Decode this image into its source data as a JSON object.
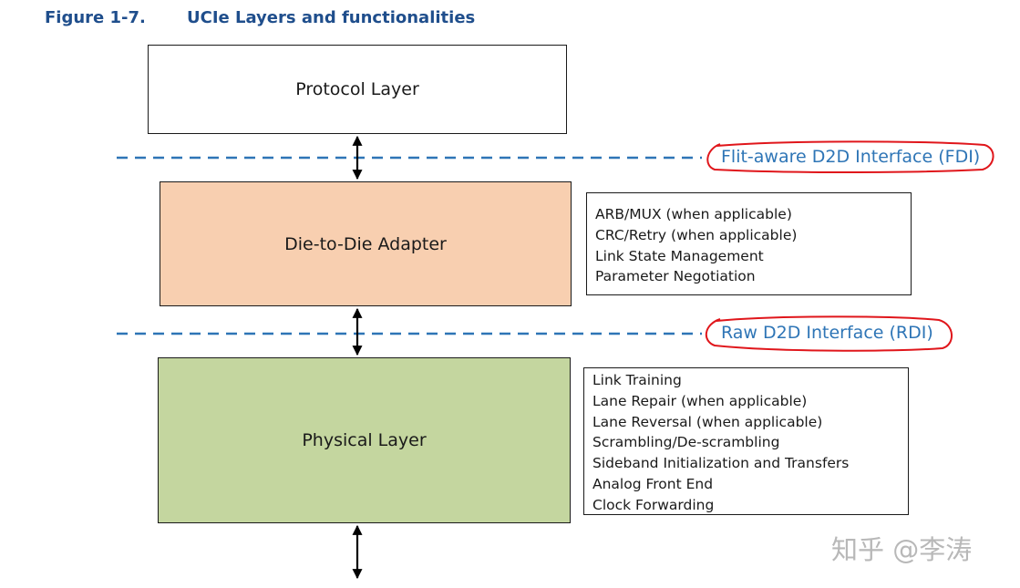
{
  "figure": {
    "number": "Figure 1-7.",
    "title": "UCIe Layers and functionalities"
  },
  "layers": {
    "protocol": "Protocol Layer",
    "adapter": "Die-to-Die Adapter",
    "physical": "Physical Layer"
  },
  "interfaces": {
    "fdi": "Flit-aware  D2D Interface (FDI)",
    "rdi": "Raw D2D Interface (RDI)"
  },
  "adapter_functions": [
    "ARB/MUX (when applicable)",
    "CRC/Retry (when applicable)",
    "Link State Management",
    "Parameter Negotiation"
  ],
  "physical_functions": [
    "Link Training",
    "Lane Repair (when applicable)",
    "Lane Reversal (when applicable)",
    "Scrambling/De-scrambling",
    "Sideband Initialization and Transfers",
    "Analog Front End",
    "Clock Forwarding"
  ],
  "watermark": "知乎 @李涛",
  "colors": {
    "title": "#1f4e8c",
    "interface_line": "#2e75b6",
    "annotation": "#e0161b",
    "adapter_fill": "#f8cfb0",
    "physical_fill": "#c4d69f"
  }
}
